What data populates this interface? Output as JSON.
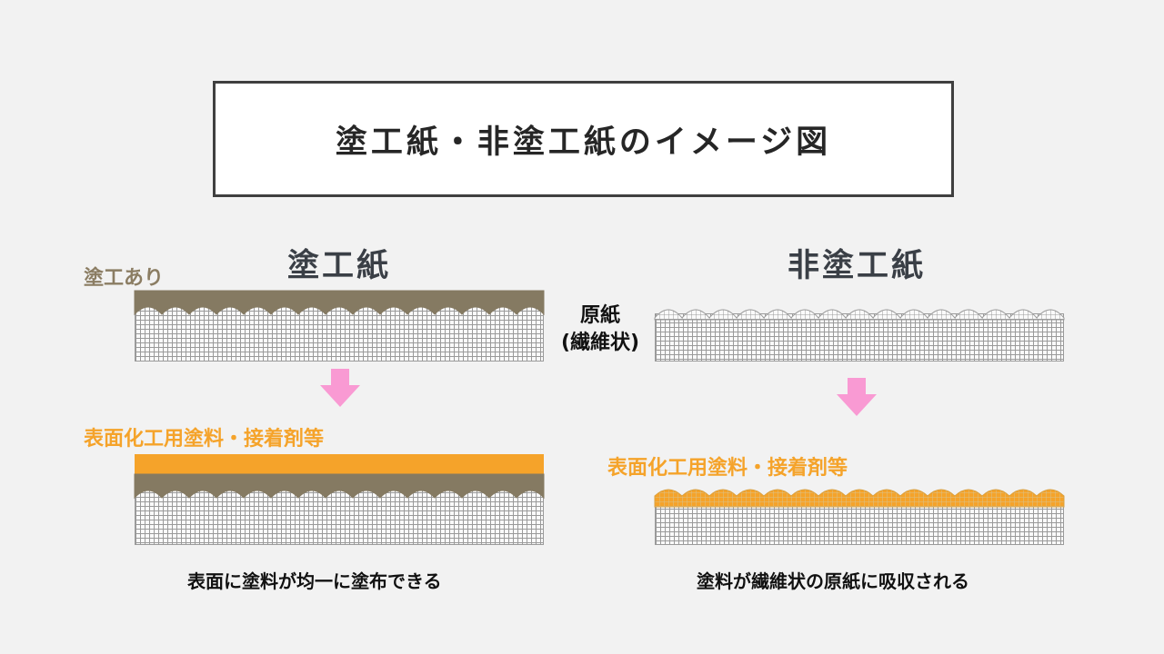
{
  "title": "塗工紙・非塗工紙のイメージ図",
  "left": {
    "heading": "塗工紙",
    "coating_label": "塗工あり",
    "material_label": "表面化工用塗料・接着剤等",
    "caption": "表面に塗料が均一に塗布できる"
  },
  "center": {
    "line1": "原紙",
    "line2": "(繊維状)"
  },
  "right": {
    "heading": "非塗工紙",
    "material_label": "表面化工用塗料・接着剤等",
    "caption": "塗料が繊維状の原紙に吸収される"
  },
  "colors": {
    "coating_brown": "#857a62",
    "material_orange": "#f5a32a",
    "arrow_pink": "#f99ad3",
    "fiber_grid": "#9a9a9a"
  }
}
